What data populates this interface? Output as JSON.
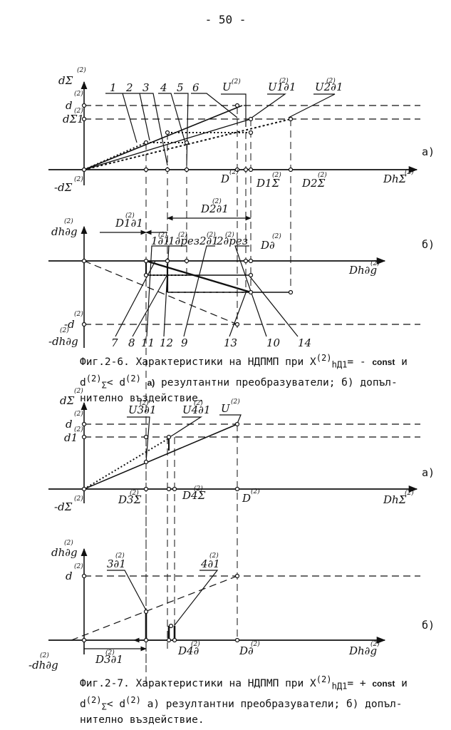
{
  "page_number": "- 50 -",
  "figure_6": {
    "caption_line1": "Фиг.2-6. Характеристики на НДПМП при",
    "caption_x": "X",
    "caption_x_sup": "(2)",
    "caption_x_sub": "hД1",
    "caption_eq": "= -",
    "caption_const": "const",
    "caption_and": "и",
    "caption_d": "d",
    "caption_d_sup": "(2)",
    "caption_d_sub": "Σ",
    "caption_lt": "<",
    "caption_d2": "d",
    "caption_d2_sup": "(2)",
    "caption_a_bold": "а)",
    "caption_rest1": "резултантни преобразуватели; б) допъл-",
    "caption_line3": "нително въздействие.",
    "panel_a": {
      "pane_label": "а)",
      "y_axis_label": "dΣ",
      "y_tick_top": "d",
      "y_tick_mid": "dΣ1",
      "y_tick_neg": "-dΣ",
      "x_axis_label": "DhΣ",
      "x_tick_d": "D",
      "x_tick_d1s": "D1Σ",
      "x_tick_d2s": "D2Σ",
      "curve_u": "U",
      "curve_u1": "U1∂1",
      "curve_u2": "U2∂1",
      "sup": "(2)",
      "callouts": [
        "1",
        "2",
        "3",
        "4",
        "5",
        "6"
      ]
    },
    "panel_b": {
      "pane_label": "б)",
      "y_axis_label": "dh∂g",
      "y_tick_neg_d": "-d",
      "y_tick_neg": "-dh∂g",
      "x_axis_label": "Dh∂g",
      "dim_d1": "D1∂1",
      "dim_d2": "D2∂1",
      "label_dd": "D∂",
      "label_1d1": "1∂1",
      "label_1drez": "1∂рез",
      "label_2d1": "2∂1",
      "label_2drez": "2∂рез",
      "sup": "(2)",
      "callouts": [
        "7",
        "8",
        "11",
        "12",
        "9",
        "13",
        "10",
        "14"
      ]
    }
  },
  "figure_7": {
    "caption_line1": "Фиг.2-7. Характеристики на НДПМП при",
    "caption_x": "X",
    "caption_x_sup": "(2)",
    "caption_x_sub": "hД1",
    "caption_eq": "= +",
    "caption_const": "const",
    "caption_and": "и",
    "caption_d": "d",
    "caption_d_sup": "(2)",
    "caption_d_sub": "Σ",
    "caption_lt": "<",
    "caption_d2": "d",
    "caption_d2_sup": "(2)",
    "caption_rest1": "а) резултантни преобразуватели; б) допъл-",
    "caption_line3": "нително въздействие.",
    "panel_a": {
      "pane_label": "а)",
      "y_axis_label": "dΣ",
      "y_tick_top": "d",
      "y_tick_mid": "d1",
      "y_tick_neg": "-dΣ",
      "x_axis_label": "DhΣ",
      "x_tick_d3s": "D3Σ",
      "x_tick_d4s": "D4Σ",
      "x_tick_d": "D",
      "curve_u": "U",
      "curve_u3": "U3∂1",
      "curve_u4": "U4∂1",
      "sup": "(2)"
    },
    "panel_b": {
      "pane_label": "б)",
      "y_axis_label": "dh∂g",
      "y_tick_top": "d",
      "y_tick_neg": "-dh∂g",
      "x_axis_label": "Dh∂g",
      "label_3d1": "3∂1",
      "label_4d1": "4∂1",
      "label_d3": "D3∂1",
      "label_d4": "D4∂",
      "label_dd": "D∂",
      "sup": "(2)"
    }
  }
}
